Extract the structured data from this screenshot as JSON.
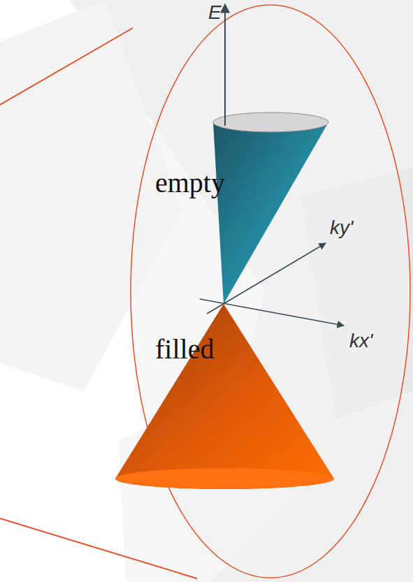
{
  "diagram": {
    "labels": [
      "E",
      "empty",
      "ky'",
      "kx'",
      "filled"
    ]
  }
}
